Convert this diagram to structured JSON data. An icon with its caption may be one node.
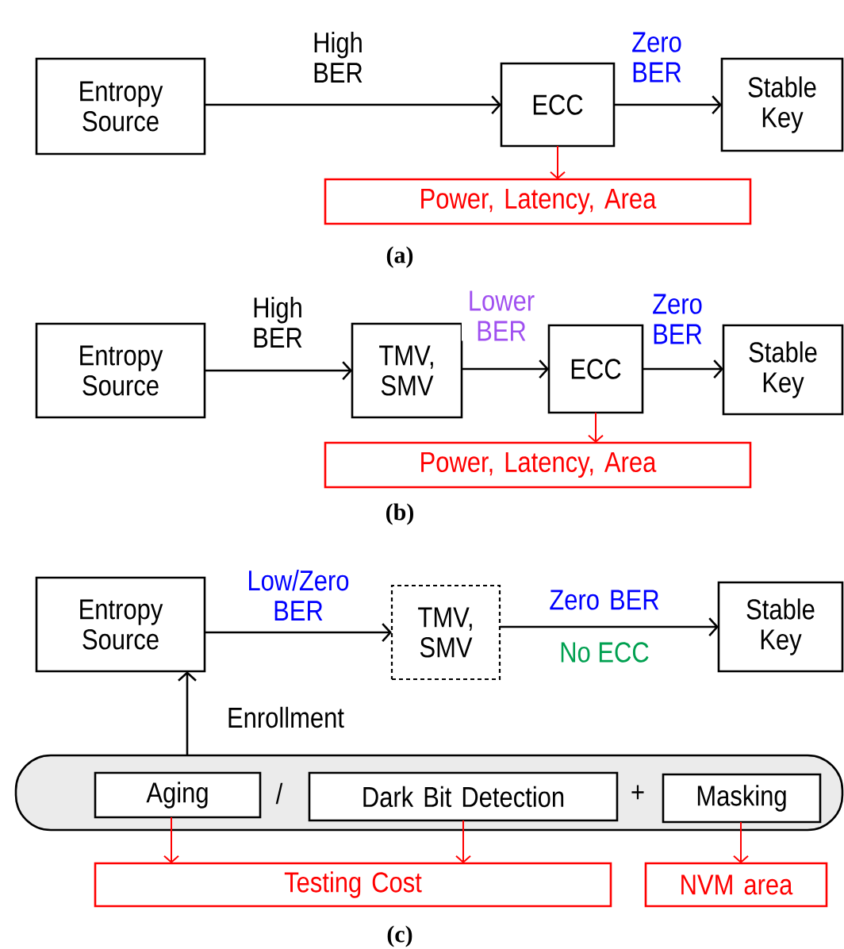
{
  "diagram": {
    "nodes": [
      {
        "text": [
          "Entropy Source"
        ]
      },
      {
        "text": [
          "ECC"
        ]
      },
      {
        "text": [
          "Stable Key"
        ]
      },
      {
        "text": [
          "Power, Latency, Area"
        ]
      },
      {
        "text": [
          "Entropy Source"
        ]
      },
      {
        "text": [
          "TMV, SMV"
        ]
      },
      {
        "text": [
          "ECC"
        ]
      },
      {
        "text": [
          "Stable Key"
        ]
      },
      {
        "text": [
          "Power, Latency, Area"
        ]
      },
      {
        "text": [
          "Entropy Source"
        ]
      },
      {
        "text": [
          "TMV, SMV"
        ]
      },
      {
        "text": [
          "Stable Key"
        ]
      },
      {
        "text": [
          "/",
          "+"
        ]
      },
      {
        "text": [
          "Aging"
        ],
        "in": 12
      },
      {
        "text": [
          "Dark Bit Detection"
        ],
        "in": 12
      },
      {
        "text": [
          "Masking"
        ],
        "in": 12
      },
      {
        "text": [
          "Testing Cost"
        ]
      },
      {
        "text": [
          "NVM area"
        ]
      }
    ],
    "edges": [
      {
        "from": 0,
        "to": 1,
        "arrow": "to",
        "label": "High BER"
      },
      {
        "from": 1,
        "to": 2,
        "arrow": "to",
        "label": "Zero BER"
      },
      {
        "from": 1,
        "to": 3,
        "arrow": "to",
        "color": "#ff0000"
      },
      {
        "from": 4,
        "to": 5,
        "arrow": "to",
        "label": "High BER"
      },
      {
        "from": 5,
        "to": 6,
        "arrow": "to",
        "label": "Lower BER"
      },
      {
        "from": 6,
        "to": 7,
        "arrow": "to",
        "label": "Zero BER"
      },
      {
        "from": 6,
        "to": 8,
        "arrow": "to",
        "color": "#ff0000"
      },
      {
        "from": 9,
        "to": 10,
        "arrow": "to",
        "label": "Low/Zero BER"
      },
      {
        "from": 10,
        "to": 11,
        "arrow": "to",
        "label": "Zero BER"
      },
      {
        "from": 12,
        "to": 9,
        "arrow": "to",
        "label": "Enrollment"
      },
      {
        "from": 13,
        "to": 16,
        "arrow": "to",
        "color": "#ff0000"
      },
      {
        "from": 14,
        "to": 16,
        "arrow": "to",
        "color": "#ff0000"
      },
      {
        "from": 15,
        "to": 17,
        "arrow": "to",
        "color": "#ff0000"
      }
    ],
    "labels": [
      "(a)",
      "(b)",
      "No ECC",
      "(c)"
    ]
  }
}
